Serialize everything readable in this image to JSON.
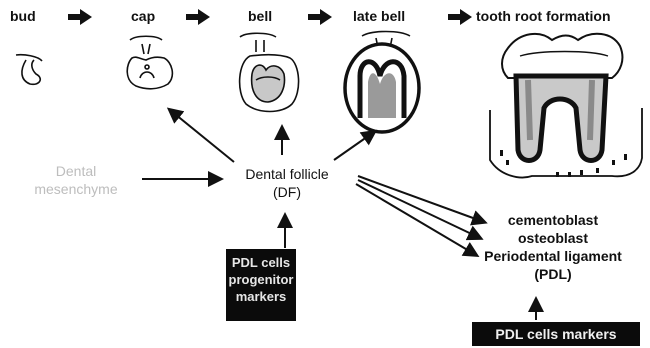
{
  "stages": {
    "bud": "bud",
    "cap": "cap",
    "bell": "bell",
    "late_bell": "late bell",
    "root": "tooth root formation"
  },
  "mesenchyme": [
    "Dental",
    "mesenchyme"
  ],
  "follicle": [
    "Dental follicle",
    "(DF)"
  ],
  "derivatives": [
    "cementoblast",
    "osteoblast",
    "Periodental ligament",
    "(PDL)"
  ],
  "progenitor_box": [
    "PDL cells",
    "progenitor",
    "markers"
  ],
  "markers_box": "PDL cells markers",
  "colors": {
    "ink": "#111111",
    "box": "#0b0b0b",
    "faded_text": "#bdbdbd",
    "tissue_gray": "#9a9a9a"
  }
}
